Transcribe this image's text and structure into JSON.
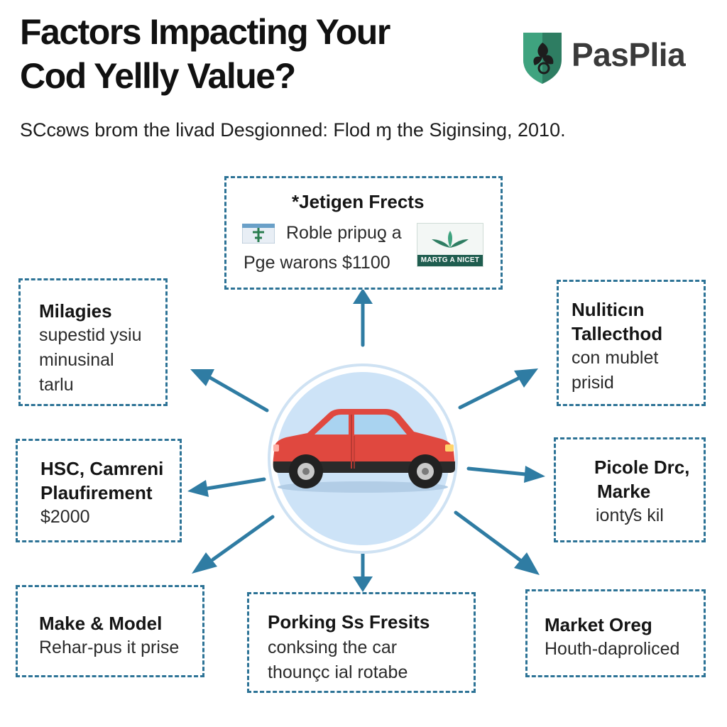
{
  "title": {
    "line1": "Factors Impacting Your",
    "line2": "Cod Yellly Value?"
  },
  "brand": {
    "name": "PasPlia",
    "logo_icon": "shield-leaf-icon",
    "accent": "#2e7d62"
  },
  "subtitle": "SCcʚws brom the livad Desgionned: Flod ɱ the Siginsing, 2010.",
  "colors": {
    "box_border": "#2d7396",
    "arrow": "#2f7ca3",
    "car_body": "#e0483f",
    "circle_fill": "#cde3f7"
  },
  "center": {
    "image": "car-icon"
  },
  "boxes": {
    "top": {
      "title": "*Jetigen Frects",
      "line1": "Roble pripuƍ a",
      "line2": "Pge warons $1100",
      "flag_icon": "flag-icon",
      "badge_label": "MARTG A NICET"
    },
    "left_upper": {
      "title": "Milagies",
      "line1": "supestid ysiu",
      "line2": "minusinal",
      "line3": "tarlu"
    },
    "right_upper": {
      "title1": "Nuliticın",
      "title2": "Tallecthod",
      "line1": "con mublet",
      "line2": "prisid"
    },
    "left_mid": {
      "title1": "HSC, Camreni",
      "title2": "Plaufirement",
      "line1": "$2000"
    },
    "right_mid": {
      "title1": "Picole Drc,",
      "title2": "Marke",
      "line1": "iontƴs kil"
    },
    "bottom_left": {
      "title": "Make & Model",
      "line1": "Rehar-pus it prise"
    },
    "bottom_center": {
      "title": "Porking Ss Fresits",
      "line1": "conksing the car",
      "line2": "thounçc ial rotabe"
    },
    "bottom_right": {
      "title": "Market Oreg",
      "line1": "Houth-daproliced"
    }
  }
}
